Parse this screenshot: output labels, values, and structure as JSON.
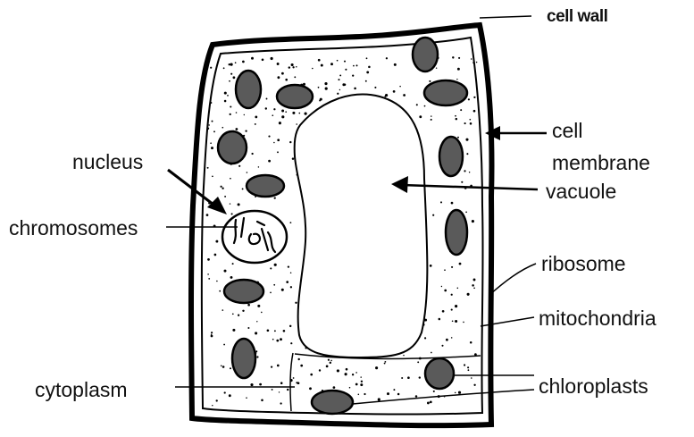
{
  "diagram": {
    "labels": {
      "cell_wall": "cell wall",
      "cell_membrane_line1": "cell",
      "cell_membrane_line2": "membrane",
      "nucleus": "nucleus",
      "vacuole": "vacuole",
      "chromosomes": "chromosomes",
      "ribosome": "ribosome",
      "mitochondria": "mitochondria",
      "cytoplasm": "cytoplasm",
      "chloroplasts": "chloroplasts"
    }
  }
}
